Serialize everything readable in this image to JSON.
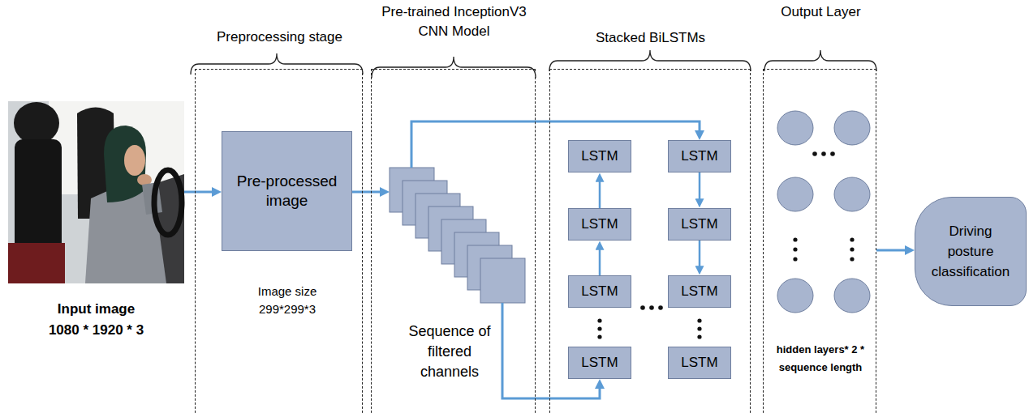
{
  "diagram": {
    "nodes": [
      {
        "text": [
          "Input image",
          "1080 * 1920 * 3"
        ]
      },
      {
        "text": [
          "Preprocessing stage"
        ]
      },
      {
        "text": [
          "Pre-processed image",
          "Image size 299*299*3"
        ],
        "in": 1
      },
      {
        "text": [
          "Pre-trained InceptionV3 CNN Model"
        ]
      },
      {
        "text": [
          "Sequence of filtered channels"
        ],
        "in": 3
      },
      {
        "text": [
          "Stacked BiLSTMs"
        ]
      },
      {
        "text": [
          "LSTM"
        ],
        "in": 5
      },
      {
        "text": [
          "LSTM"
        ],
        "in": 5
      },
      {
        "text": [
          "LSTM"
        ],
        "in": 5
      },
      {
        "text": [
          "LSTM"
        ],
        "in": 5
      },
      {
        "text": [
          "LSTM"
        ],
        "in": 5
      },
      {
        "text": [
          "LSTM"
        ],
        "in": 5
      },
      {
        "text": [
          "LSTM"
        ],
        "in": 5
      },
      {
        "text": [
          "LSTM"
        ],
        "in": 5
      },
      {
        "text": [
          "Output Layer",
          "hidden layers* 2 * sequence length"
        ]
      },
      {
        "text": [
          "Driving posture classification"
        ]
      }
    ],
    "edges": [
      {
        "from": 0,
        "to": 2,
        "arrow": "to"
      },
      {
        "from": 2,
        "to": 4,
        "arrow": "to"
      },
      {
        "from": 4,
        "to": 10,
        "arrow": "to"
      },
      {
        "from": 4,
        "to": 9,
        "arrow": "to"
      },
      {
        "from": 7,
        "to": 6,
        "arrow": "to"
      },
      {
        "from": 8,
        "to": 7,
        "arrow": "to"
      },
      {
        "from": 10,
        "to": 11,
        "arrow": "to"
      },
      {
        "from": 11,
        "to": 12,
        "arrow": "to"
      },
      {
        "from": 14,
        "to": 15,
        "arrow": "to"
      }
    ]
  }
}
